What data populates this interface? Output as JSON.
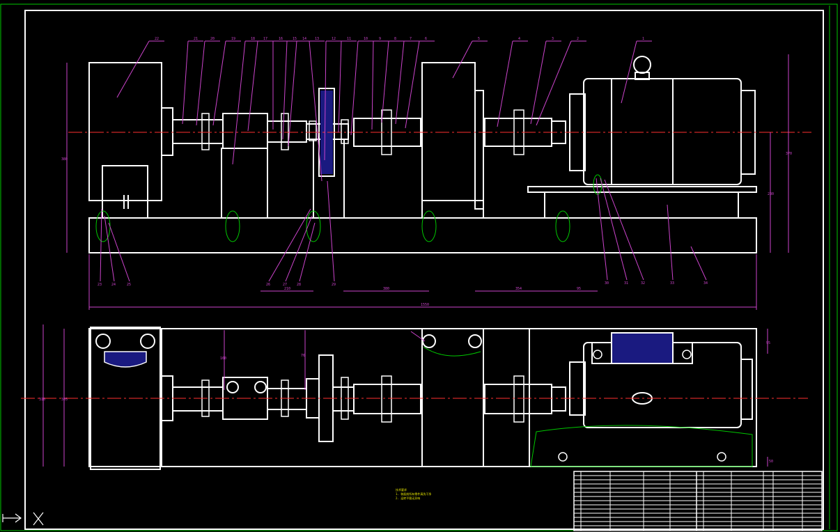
{
  "colors": {
    "background": "#000000",
    "border": "#00c800",
    "outline": "#ffffff",
    "dimension": "#cc44cc",
    "centerline": "#ff3030",
    "leader": "#cc44cc",
    "annotation": "#e6e600",
    "hatch": "#1a1a80"
  },
  "labels": {
    "top_row": [
      "22",
      "21",
      "20",
      "19",
      "18",
      "17",
      "16",
      "15",
      "14",
      "13",
      "12",
      "11",
      "10",
      "9",
      "8",
      "7",
      "6",
      "5",
      "4",
      "3",
      "2",
      "1"
    ],
    "bottom_left": [
      "23",
      "24",
      "25",
      "26",
      "27",
      "28",
      "29"
    ],
    "bottom_right": [
      "30",
      "31",
      "32",
      "33",
      "34"
    ]
  },
  "dimensions": {
    "overall_length": "1550",
    "span_a": "210",
    "span_b": "380",
    "span_c": "354",
    "span_d": "95",
    "height_left": "380",
    "height_right": "370",
    "height_motor": "230",
    "plan_width_a": "310",
    "plan_width_b": "305",
    "plan_a": "160",
    "plan_b": "76",
    "plan_c": "95",
    "plan_d": "50"
  },
  "notes": {
    "title": "技术要求",
    "items": [
      "1. 装配前所有零件清洗干净",
      "2. 运转平稳无异响"
    ]
  },
  "ucs_icon": "ucs-axis-icon"
}
